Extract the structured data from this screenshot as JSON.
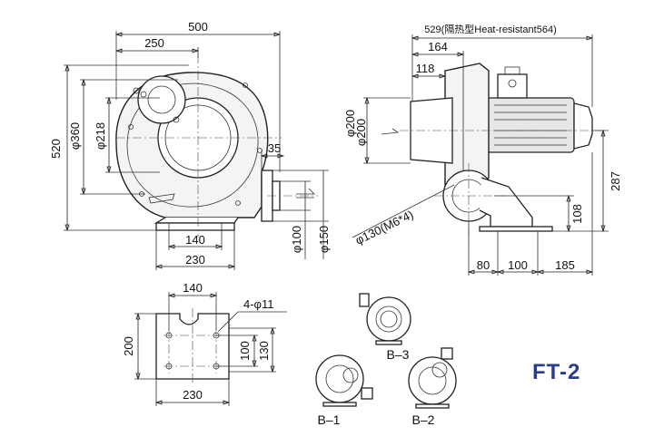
{
  "model": "FT-2",
  "front_view": {
    "dims": {
      "width_total": "500",
      "width_to_inlet": "250",
      "height_total": "520",
      "d360": "φ360",
      "d218": "φ218",
      "outlet_offset": "35",
      "outlet_d100": "φ100",
      "outlet_d150": "φ150",
      "base_inner": "140",
      "base_outer": "230"
    }
  },
  "side_view": {
    "dims": {
      "length_total": "529",
      "length_note": "(隔热型Heat-resistant564)",
      "to_flange": "164",
      "to_body": "118",
      "d200_a": "φ200",
      "d200_b": "φ200",
      "outlet_flange": "φ130(M6*4)",
      "center_height": "287",
      "outlet_height": "108",
      "base_a": "80",
      "base_b": "100",
      "base_c": "185"
    }
  },
  "base_plate": {
    "dims": {
      "top_width": "140",
      "bolt_holes": "4-φ11",
      "height": "200",
      "inner_a": "100",
      "inner_b": "130",
      "bottom_width": "230"
    }
  },
  "variants": {
    "b1": "B–1",
    "b2": "B–2",
    "b3": "B–3"
  }
}
